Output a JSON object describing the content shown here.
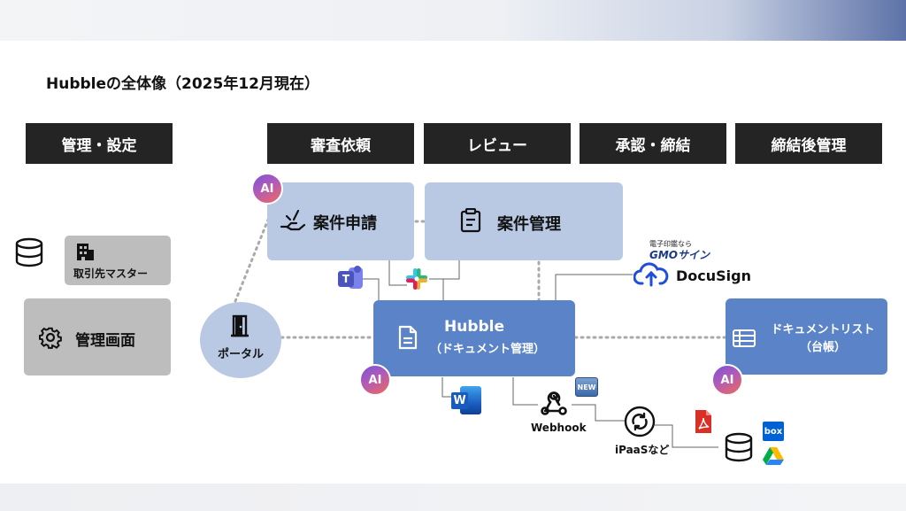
{
  "title": "Hubbleの全体像（2025年12月現在）",
  "headers": {
    "settings": "管理・設定",
    "request": "審査依頼",
    "review": "レビュー",
    "approval": "承認・締結",
    "post": "締結後管理"
  },
  "settings": {
    "client_master": "取引先マスター",
    "admin_screen": "管理画面"
  },
  "portal": "ポータル",
  "case_request": "案件申請",
  "case_management": "案件管理",
  "hubble": {
    "name": "Hubble",
    "sub": "（ドキュメント管理）"
  },
  "doclist": {
    "line1": "ドキュメントリスト",
    "line2": "（台帳）"
  },
  "ai_badge": "AI",
  "webhook": "Webhook",
  "new_badge": "NEW",
  "ipaas": "iPaaSなど",
  "docusign": "DocuSign",
  "gmo": {
    "line1": "電子印鑑なら",
    "line2": "GMOサイン"
  },
  "box": "box",
  "word_letter": "W",
  "teams_letter": "T",
  "colors": {
    "header_bg": "#242424",
    "light_blue": "#b9c9e4",
    "dark_blue": "#5b83c8",
    "gray": "#bdbdbd"
  }
}
